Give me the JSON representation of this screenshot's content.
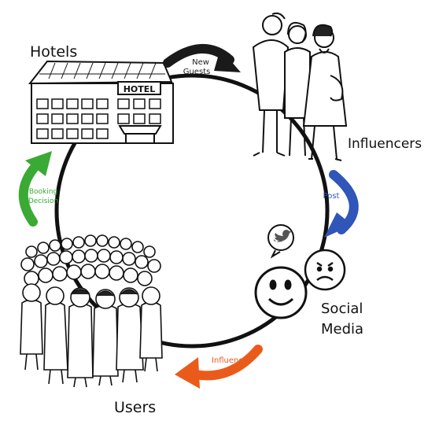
{
  "nodes": {
    "hotels": "Hotels",
    "influencers": "Influencers",
    "social_media": [
      "Social",
      "Media"
    ],
    "users": "Users"
  },
  "hotel_sign": "HOTEL",
  "arrows": {
    "new_guests": [
      "New",
      "Guests"
    ],
    "post": "Post",
    "influence": "Influence",
    "booking_decision": [
      "Booking",
      "Decision"
    ]
  },
  "colors": {
    "ink": "#111111",
    "new_guests_arrow": "#1a1a1a",
    "post_arrow": "#2f56b8",
    "influence_arrow": "#ea5b1b",
    "booking_arrow": "#3aaa35",
    "bird_icon": "#555555"
  },
  "icons": [
    "hotel-building-icon",
    "influencers-group-icon",
    "twitter-bird-icon",
    "happy-face-icon",
    "sad-face-icon",
    "crowd-icon"
  ]
}
